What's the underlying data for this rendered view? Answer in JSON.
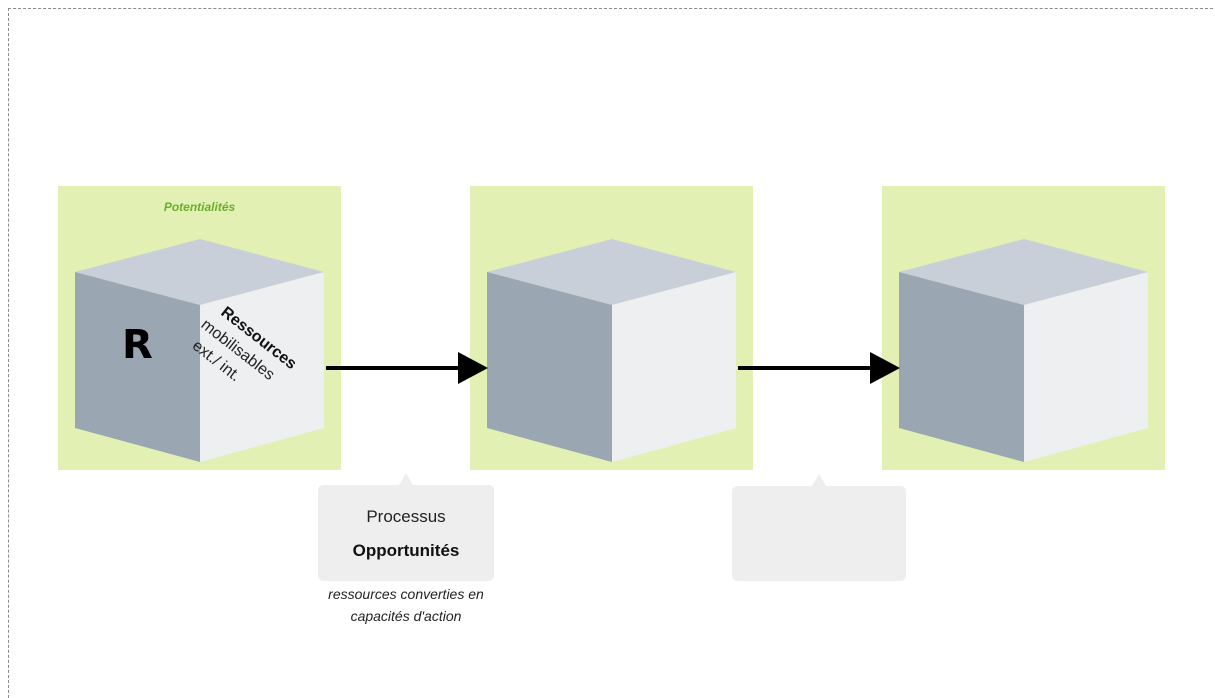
{
  "panels": {
    "first_label": "Potentialités",
    "cube1": {
      "letter": "R",
      "line1": "Ressources",
      "line2": "mobilisables",
      "line3": "ext./ int."
    }
  },
  "bubble1": {
    "process": "Processus",
    "title": "Opportunités"
  },
  "caption": {
    "line1": "ressources converties en",
    "line2": "capacités d'action"
  },
  "colors": {
    "panel_bg": "#e3f0b3",
    "cube_top": "#c9cfd8",
    "cube_left": "#9aa6b1",
    "cube_right": "#edeff1",
    "label_green": "#6aae2e",
    "bubble_bg": "#eeeeee"
  }
}
